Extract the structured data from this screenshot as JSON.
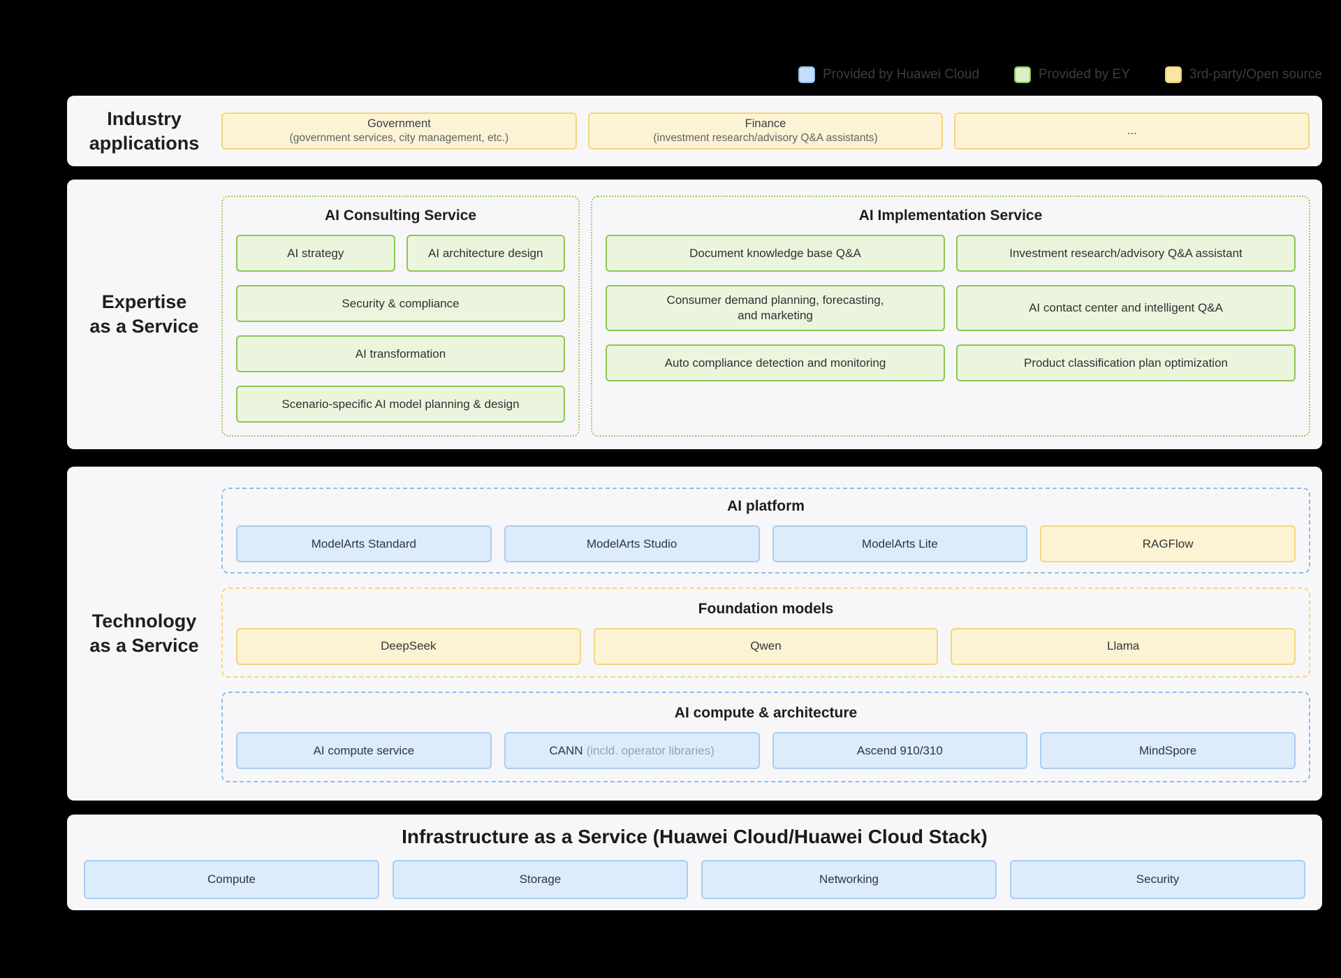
{
  "legend": {
    "items": [
      {
        "label": "Provided by Huawei Cloud",
        "color": "#c3dffa",
        "border_color": "#8ec3f2"
      },
      {
        "label": "Provided by EY",
        "color": "#d9efc5",
        "border_color": "#8fc857"
      },
      {
        "label": "3rd-party/Open source",
        "color": "#fbe5a2",
        "border_color": "#f2cf73"
      }
    ]
  },
  "colors": {
    "huawei_cloud_box_fill": "#dcecfb",
    "huawei_cloud_box_border": "#aacdf2",
    "ey_box_fill": "#ebf5de",
    "ey_box_border": "#8cc653",
    "third_party_box_fill": "#fcf3d4",
    "third_party_box_border": "#f3d683",
    "card_background": "#f7f7f9",
    "page_background": "#000000"
  },
  "industry": {
    "label_line1": "Industry",
    "label_line2": "applications",
    "boxes": [
      {
        "title": "Government",
        "subtitle": "(government services, city management, etc.)"
      },
      {
        "title": "Finance",
        "subtitle": "(investment research/advisory Q&A assistants)"
      },
      {
        "title": "..."
      }
    ]
  },
  "expertise": {
    "label_line1": "Expertise",
    "label_line2": "as a Service",
    "consulting": {
      "title": "AI Consulting Service",
      "row1": [
        "AI strategy",
        "AI architecture design"
      ],
      "row2": "Security & compliance",
      "row3": "AI transformation",
      "row4": "Scenario-specific AI model planning & design"
    },
    "implementation": {
      "title": "AI Implementation Service",
      "cells": [
        "Document knowledge base Q&A",
        "Investment research/advisory Q&A assistant",
        {
          "line1": "Consumer demand planning, forecasting,",
          "line2": "and marketing"
        },
        "AI contact center and intelligent Q&A",
        "Auto compliance detection and monitoring",
        "Product classification plan optimization"
      ]
    }
  },
  "technology": {
    "label_line1": "Technology",
    "label_line2": "as a Service",
    "platform": {
      "title": "AI platform",
      "boxes": [
        "ModelArts Standard",
        "ModelArts Studio",
        "ModelArts Lite",
        "RAGFlow"
      ]
    },
    "foundation": {
      "title": "Foundation models",
      "boxes": [
        "DeepSeek",
        "Qwen",
        "Llama"
      ]
    },
    "compute": {
      "title": "AI compute & architecture",
      "boxes": [
        "AI compute service",
        "Ascend 910/310",
        "MindSpore"
      ],
      "cann_label": "CANN",
      "cann_suffix": "(incld. operator libraries)"
    }
  },
  "infrastructure": {
    "title": "Infrastructure as a Service (Huawei Cloud/Huawei Cloud Stack)",
    "boxes": [
      "Compute",
      "Storage",
      "Networking",
      "Security"
    ]
  }
}
